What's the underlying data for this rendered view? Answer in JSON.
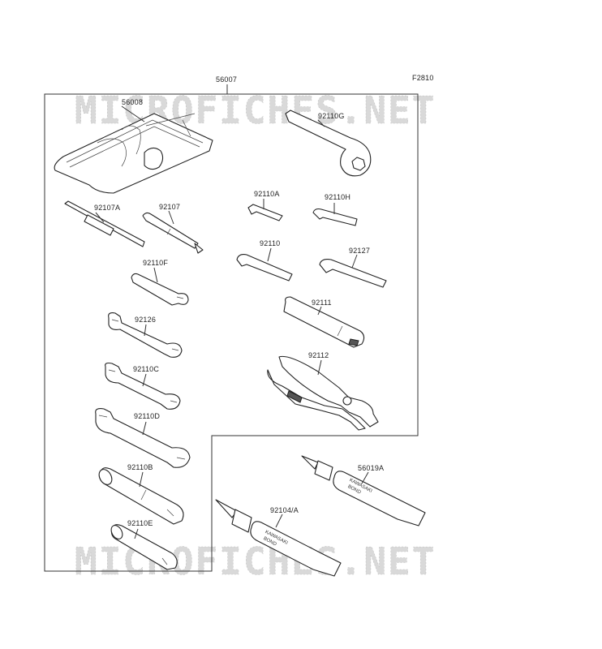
{
  "figure_code": "F2810",
  "watermark": "MICROFICHES.NET",
  "parts": {
    "set": "56007",
    "tool_bag": "56008",
    "p92110G": "92110G",
    "p92107A": "92107A",
    "p92107": "92107",
    "p92110A": "92110A",
    "p92110H": "92110H",
    "p92110": "92110",
    "p92127": "92127",
    "p92110F": "92110F",
    "p92111": "92111",
    "p92126": "92126",
    "p92112": "92112",
    "p92110C": "92110C",
    "p92110D": "92110D",
    "p92110B": "92110B",
    "p92110E": "92110E",
    "p56019A": "56019A",
    "p92104A": "92104/A"
  },
  "tube_print": {
    "brand": "KAWASAKI",
    "product": "BOND"
  }
}
